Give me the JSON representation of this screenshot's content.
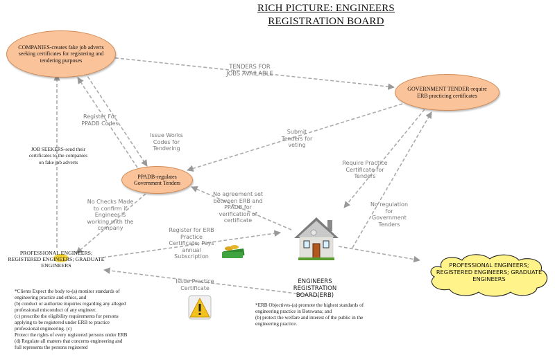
{
  "title": {
    "line1": "RICH PICTURE: ENGINEERS",
    "line2": "REGISTRATION BOARD"
  },
  "nodes": {
    "companies": "COMPANIES-creates fake job adverts seeking certificates for registering and tendering purposes",
    "government": "GOVERNMENT TENDER-require ERB practicing certificates",
    "ppadb": "PPADB-regulates Government Tenders",
    "job_seekers": "JOB SEEKERS-send their certificates to the companies on fake job adverts",
    "prof_left": "PROFESSIONAL ENGINEERS; REGISTERED ENGINEERS; GRADUATE ENGINEERS",
    "prof_cloud": "PROFESSIONAL ENGINEERS; REGISTERED ENGINEERS; GRADUATE ENGINEERS",
    "erb": "ENGINEERS REGISTRATION BOARD(ERB)"
  },
  "labels": {
    "tenders_for_jobs": "TENDERS FOR JOBS AVAILABLE",
    "register_ppadb": "Register For PPADB Codes",
    "issue_works": "Issue Works Codes for Tendering",
    "submit_tenders": "Submit Tenders for veting",
    "require_practice": "Require Practice Certificate for Tenders",
    "no_regulation": "No regulation for Government Tenders",
    "no_agreement": "No agreement set between ERB and PPADB for verification of certificate",
    "no_checks": "No Checks Made to confirm if Engineer is working with the company",
    "register_erb": "Register for ERB Practice Certificate; Pays annual Subscription",
    "issue_practice": "Issue Practice Certificate"
  },
  "notes": {
    "clients": [
      "*Clients Expect the body to-(a)  monitor standards of",
      "engineering practice and ethics, and",
      " (b)  conduct or authorize inquiries regarding any alleged",
      "professional misconduct of any engineer.",
      "(c)  prescribe the eligibility requirements for persons",
      "applying to be registered under ERB to practice",
      "professional engineering.                              (c)",
      "Protect the rights of every registered persons under ERB",
      "(d) Regulate all matters that concerns engineering and",
      "full represents the persons registered"
    ],
    "objectives": [
      "*ERB Objectives-(a)   promote the highest standards of",
      "engineering practice in Botswana; and",
      "(b)   protect the welfare and interest of the public in the",
      "engineering practice."
    ]
  },
  "icons": [
    "house-icon",
    "money-icon",
    "warning-icon",
    "hard-hat-icon"
  ],
  "colors": {
    "ellipse_fill": "#fbc39a",
    "ellipse_border": "#d08a55",
    "cloud_fill": "#fff38a",
    "arrow": "#aaaaaa"
  }
}
